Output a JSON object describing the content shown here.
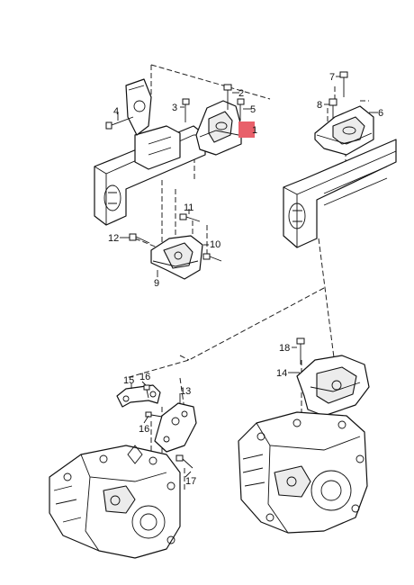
{
  "callouts": [
    {
      "id": "c1",
      "label": "1"
    },
    {
      "id": "c2",
      "label": "2"
    },
    {
      "id": "c3",
      "label": "3"
    },
    {
      "id": "c4",
      "label": "4"
    },
    {
      "id": "c5",
      "label": "5"
    },
    {
      "id": "c6",
      "label": "6"
    },
    {
      "id": "c7",
      "label": "7"
    },
    {
      "id": "c8",
      "label": "8"
    },
    {
      "id": "c9",
      "label": "9"
    },
    {
      "id": "c10",
      "label": "10"
    },
    {
      "id": "c11",
      "label": "11"
    },
    {
      "id": "c12",
      "label": "12"
    },
    {
      "id": "c13",
      "label": "13"
    },
    {
      "id": "c14",
      "label": "14"
    },
    {
      "id": "c15",
      "label": "15"
    },
    {
      "id": "c16a",
      "label": "16"
    },
    {
      "id": "c16b",
      "label": "16"
    },
    {
      "id": "c17",
      "label": "17"
    },
    {
      "id": "c18",
      "label": "18"
    }
  ],
  "highlight": {
    "callout": "1",
    "color": "#e8606a"
  }
}
